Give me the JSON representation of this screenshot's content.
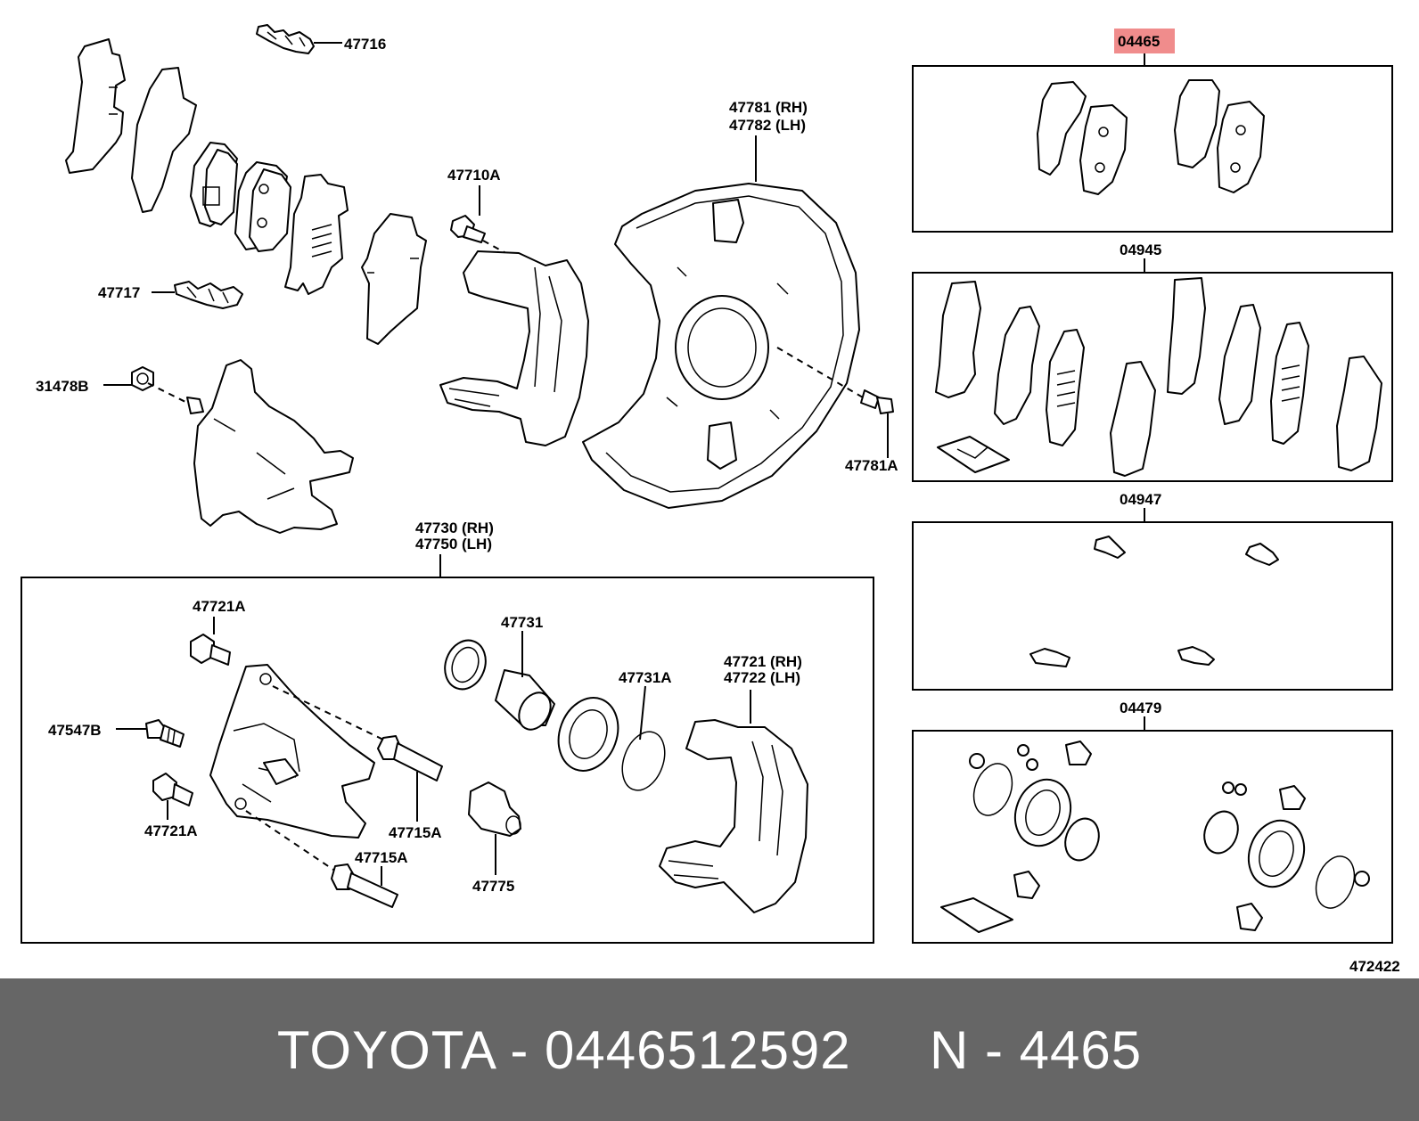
{
  "diagram": {
    "figure_number": "472422",
    "highlight_color": "#f08c8c",
    "labels": {
      "p47716": "47716",
      "p47717": "47717",
      "p31478B": "31478B",
      "p47710A": "47710A",
      "p47781_rh": "47781 (RH)",
      "p47782_lh": "47782 (LH)",
      "p47781A": "47781A",
      "p47730_rh": "47730 (RH)",
      "p47750_lh": "47750 (LH)",
      "p47721A_top": "47721A",
      "p47547B": "47547B",
      "p47721A_bottom": "47721A",
      "p47715A_right": "47715A",
      "p47715A_bottom": "47715A",
      "p47731": "47731",
      "p47731A": "47731A",
      "p47775": "47775",
      "p47721_rh": "47721 (RH)",
      "p47722_lh": "47722 (LH)",
      "k04465": "04465",
      "k04945": "04945",
      "k04947": "04947",
      "k04479": "04479"
    }
  },
  "footer": {
    "text": "TOYOTA - 0446512592     N - 4465"
  }
}
